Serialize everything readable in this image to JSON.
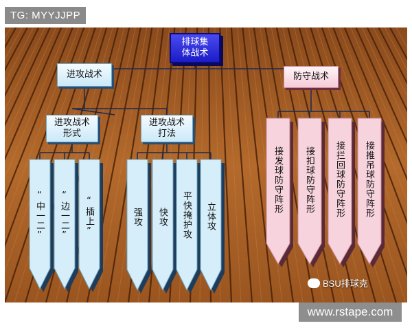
{
  "watermark_top": "TG: MYYJJPP",
  "watermark_bottom": "www.rstape.com",
  "brand": "BSU排球克",
  "colors": {
    "root": "#2323d0",
    "attack_fill": "#d6eef9",
    "defense_fill": "#f7d3dd",
    "line": "#1a2a55"
  },
  "root": "排球集\n体战术",
  "attack": {
    "label": "进攻战术",
    "forms": {
      "label": "进攻战术\n形式",
      "items": [
        "“中一二”",
        "“边一二”",
        "“插上”"
      ]
    },
    "methods": {
      "label": "进攻战术\n打法",
      "items": [
        "强攻",
        "快攻",
        "平快掩护攻",
        "立体攻"
      ]
    }
  },
  "defense": {
    "label": "防守战术",
    "items": [
      "接发球防守阵形",
      "接扣球防守阵形",
      "接拦回球防守阵形",
      "接推吊球防守阵形"
    ]
  }
}
